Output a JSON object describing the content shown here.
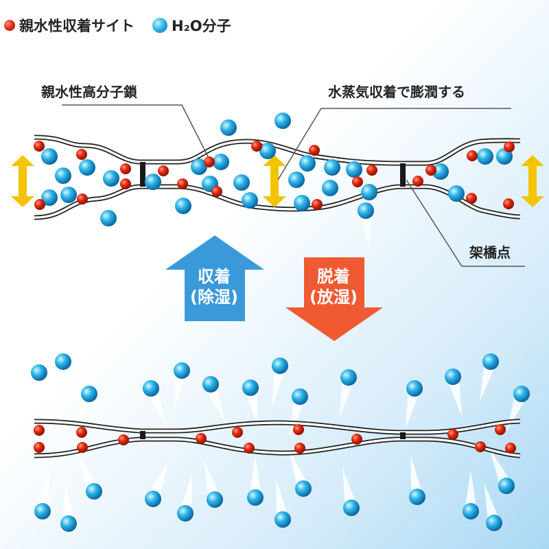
{
  "legend": {
    "hydrophilic_site": "親水性収着サイト",
    "water_molecule": "H₂O分子"
  },
  "labels": {
    "polymer_chain": "親水性高分子鎖",
    "swelling": "水蒸気収着で膨潤する",
    "crosslink": "架橋点"
  },
  "arrows": {
    "absorb_line1": "収着",
    "absorb_line2": "(除湿)",
    "desorb_line1": "脱着",
    "desorb_line2": "(放湿)"
  },
  "colors": {
    "site": "#e82a10",
    "water": "#2fb6ea",
    "absorb_arrow": "#3a9ad9",
    "desorb_arrow": "#ef5a32",
    "swell_arrow": "#f5c400",
    "chain": "#222222"
  },
  "icons": {
    "site": "red-sphere-icon",
    "water": "blue-sphere-icon",
    "swell": "double-arrow-icon",
    "crosslink": "crosslink-bar-icon"
  }
}
